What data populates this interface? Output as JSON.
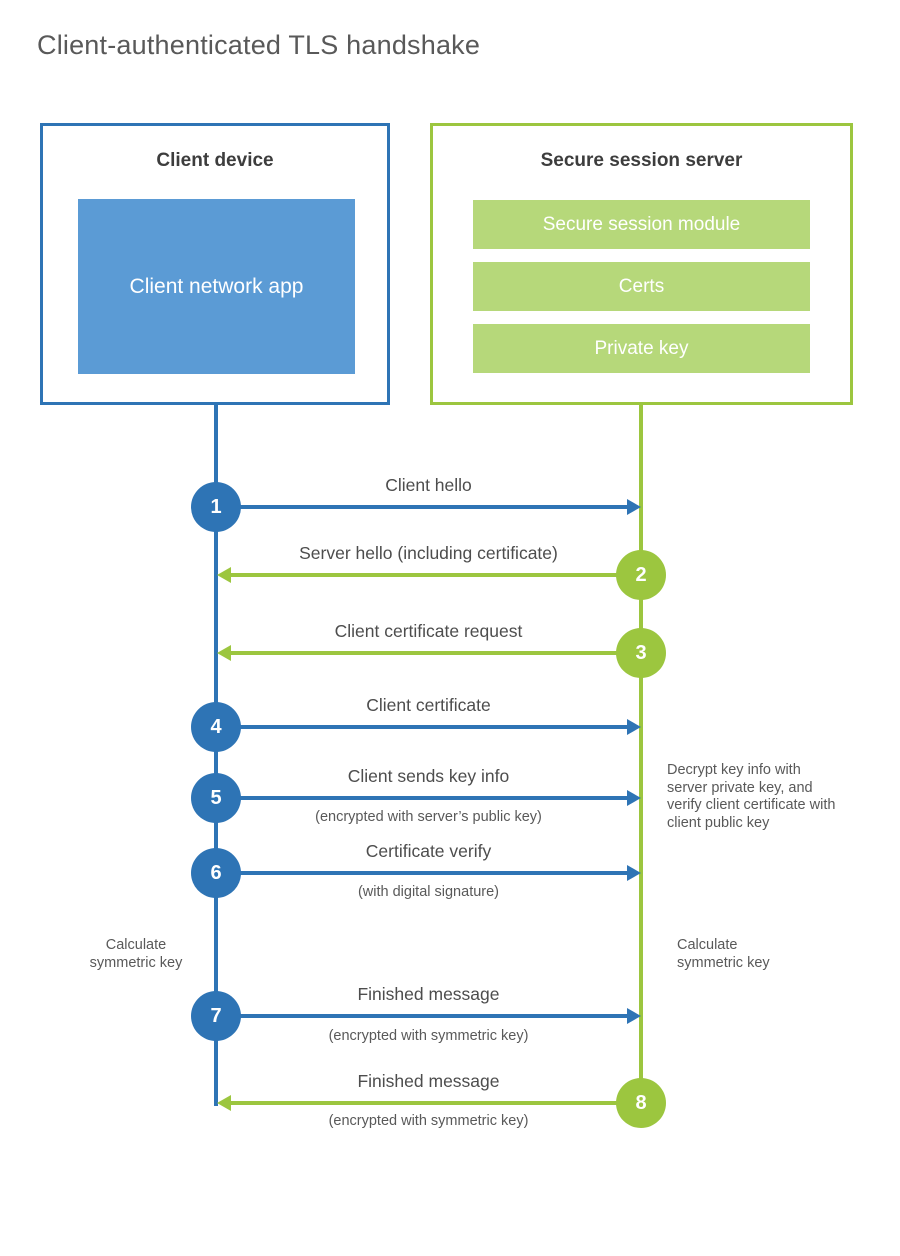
{
  "title": "Client-authenticated TLS handshake",
  "colors": {
    "blue": "#2e74b5",
    "blue-light": "#5b9bd5",
    "green": "#9cc63f",
    "green-light": "#b6d87a"
  },
  "client": {
    "title": "Client device",
    "app_label": "Client network app"
  },
  "server": {
    "title": "Secure session server",
    "modules": [
      "Secure session module",
      "Certs",
      "Private key"
    ]
  },
  "steps": [
    {
      "num": "1",
      "label": "Client hello",
      "sub": "",
      "from": "client",
      "to": "server"
    },
    {
      "num": "2",
      "label": "Server hello (including certificate)",
      "sub": "",
      "from": "server",
      "to": "client"
    },
    {
      "num": "3",
      "label": "Client certificate request",
      "sub": "",
      "from": "server",
      "to": "client"
    },
    {
      "num": "4",
      "label": "Client certificate",
      "sub": "",
      "from": "client",
      "to": "server"
    },
    {
      "num": "5",
      "label": "Client sends key info",
      "sub": "(encrypted with server’s public key)",
      "from": "client",
      "to": "server"
    },
    {
      "num": "6",
      "label": "Certificate verify",
      "sub": "(with digital signature)",
      "from": "client",
      "to": "server"
    },
    {
      "num": "7",
      "label": "Finished message",
      "sub": "(encrypted with symmetric key)",
      "from": "client",
      "to": "server"
    },
    {
      "num": "8",
      "label": "Finished message",
      "sub": "(encrypted with symmetric key)",
      "from": "server",
      "to": "client"
    }
  ],
  "notes": {
    "decrypt": "Decrypt key info with server private key, and verify client certificate with client public key",
    "calc_client": "Calculate symmetric key",
    "calc_server": "Calculate symmetric key"
  }
}
